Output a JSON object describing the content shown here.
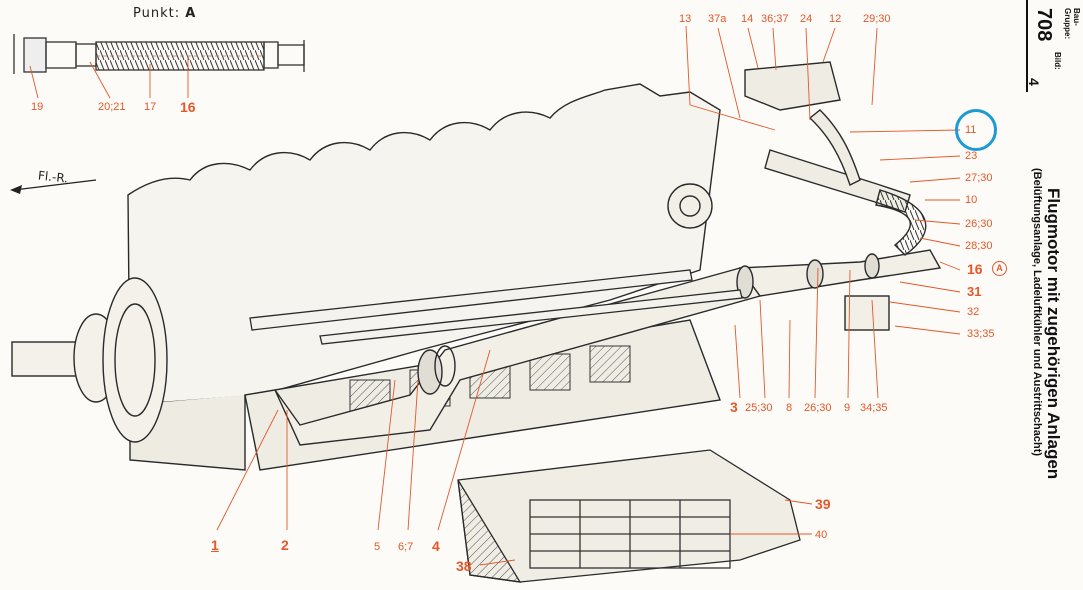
{
  "inset": {
    "title_prefix": "Punkt:",
    "title_letter": "A",
    "labels": [
      "19",
      "20;21",
      "17",
      "16"
    ]
  },
  "direction_label": "Fl.-R.",
  "sidebar": {
    "bau_gruppe_label": "Bau-\nGruppe:",
    "bild_label": "Bild:",
    "group_number": "708",
    "bild_number": "4",
    "title": "Flugmotor mit zugehörigen Anlagen",
    "subtitle": "(Belüftungsanlage, Ladeluftkühler und Austrittschacht)"
  },
  "callouts": {
    "top": [
      "13",
      "37a",
      "14",
      "36;37",
      "24",
      "12",
      "29;30"
    ],
    "right": [
      "11",
      "23",
      "27;30",
      "10",
      "26;30",
      "28;30",
      "16",
      "A",
      "31",
      "32",
      "33;35"
    ],
    "bottom_row": [
      "3",
      "25;30",
      "8",
      "26;30",
      "9",
      "34;35"
    ],
    "left_bottom": [
      "1",
      "2",
      "5",
      "6;7",
      "4"
    ],
    "cooler": [
      "39",
      "40",
      "38"
    ]
  },
  "highlight": {
    "target": "11",
    "color": "#1e9ad6"
  },
  "colors": {
    "callout": "#e4582a",
    "ink": "#2a2a2a",
    "paper": "#fcfbf7"
  }
}
